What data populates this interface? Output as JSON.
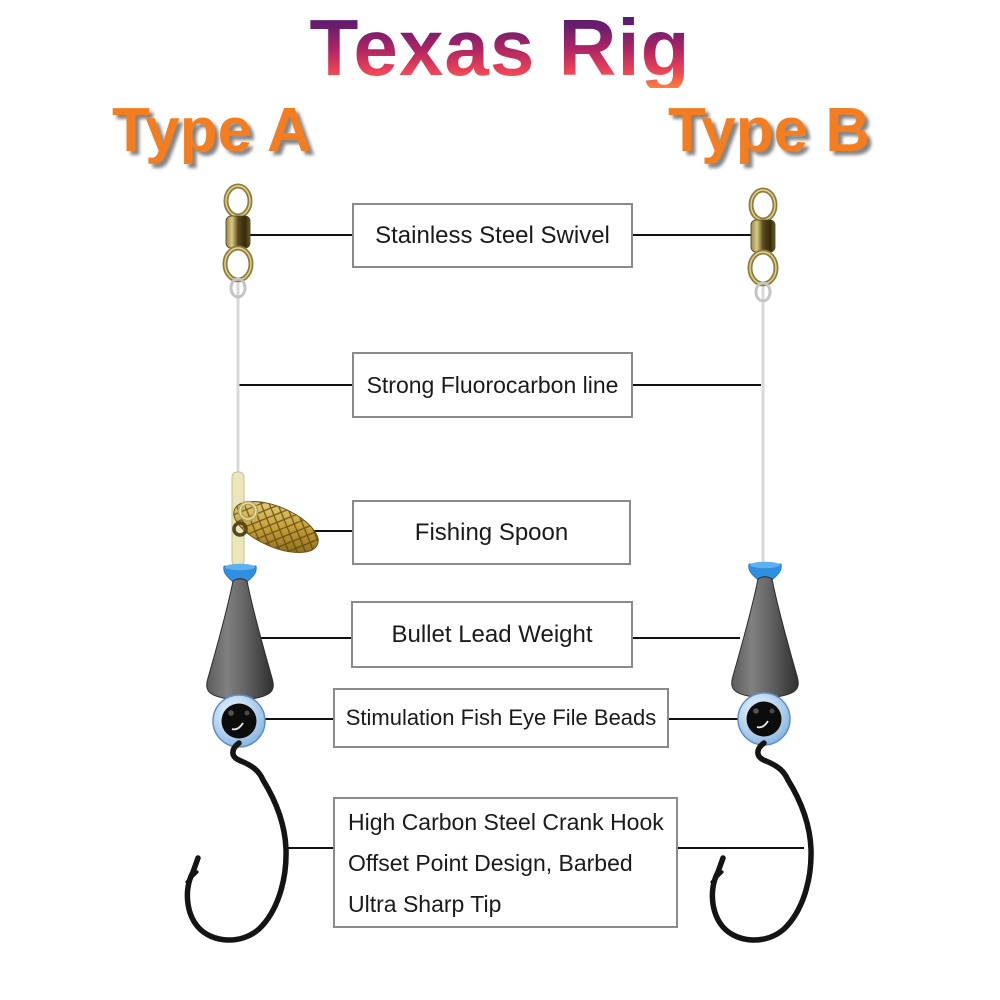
{
  "title": "Texas Rig",
  "type_a_label": "Type A",
  "type_b_label": "Type B",
  "labels": {
    "swivel": "Stainless Steel Swivel",
    "line": "Strong Fluorocarbon line",
    "spoon": "Fishing Spoon",
    "weight": "Bullet Lead Weight",
    "beads": "Stimulation Fish Eye File Beads",
    "hook_line1": "High Carbon Steel Crank Hook",
    "hook_line2": "Offset Point Design, Barbed",
    "hook_line3": "Ultra Sharp Tip"
  },
  "colors": {
    "title_gradient_top": "#42196f",
    "title_gradient_mid": "#b02562",
    "title_gradient_bottom": "#f97f3e",
    "type_label_orange": "#f47d1f",
    "box_border_gray": "#8a8a8a",
    "text_black": "#1a1a1a",
    "swivel_brass": "#b5a15a",
    "fluorocarbon_gray": "#d8d8d8",
    "tube_yellow": "#eae5bb",
    "spoon_gold": "#c6a23c",
    "cap_blue": "#2f90e0",
    "weight_charcoal": "#555555",
    "bead_blue": "#9cc3e8",
    "hook_black": "#141414"
  }
}
